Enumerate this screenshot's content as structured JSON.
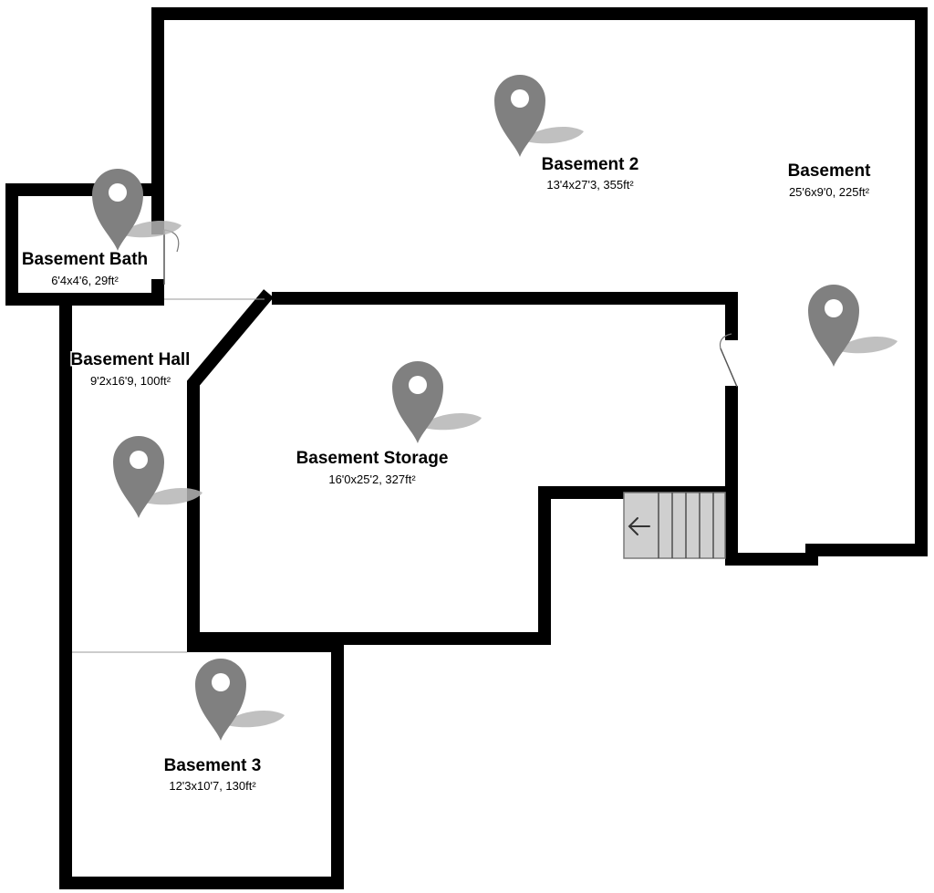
{
  "floorplan": {
    "rooms": [
      {
        "name": "Basement 2",
        "dims": "13'4x27'3, 355ft²"
      },
      {
        "name": "Basement",
        "dims": "25'6x9'0, 225ft²"
      },
      {
        "name": "Basement Bath",
        "dims": "6'4x4'6, 29ft²"
      },
      {
        "name": "Basement Hall",
        "dims": "9'2x16'9, 100ft²"
      },
      {
        "name": "Basement Storage",
        "dims": "16'0x25'2, 327ft²"
      },
      {
        "name": "Basement 3",
        "dims": "12'3x10'7, 130ft²"
      }
    ],
    "marker_icon": "location-pin-icon",
    "stairs_icon": "arrow-left-icon",
    "colors": {
      "wall": "#000000",
      "marker": "#808080",
      "stairs": "#cfcfcf",
      "background": "#ffffff"
    }
  }
}
